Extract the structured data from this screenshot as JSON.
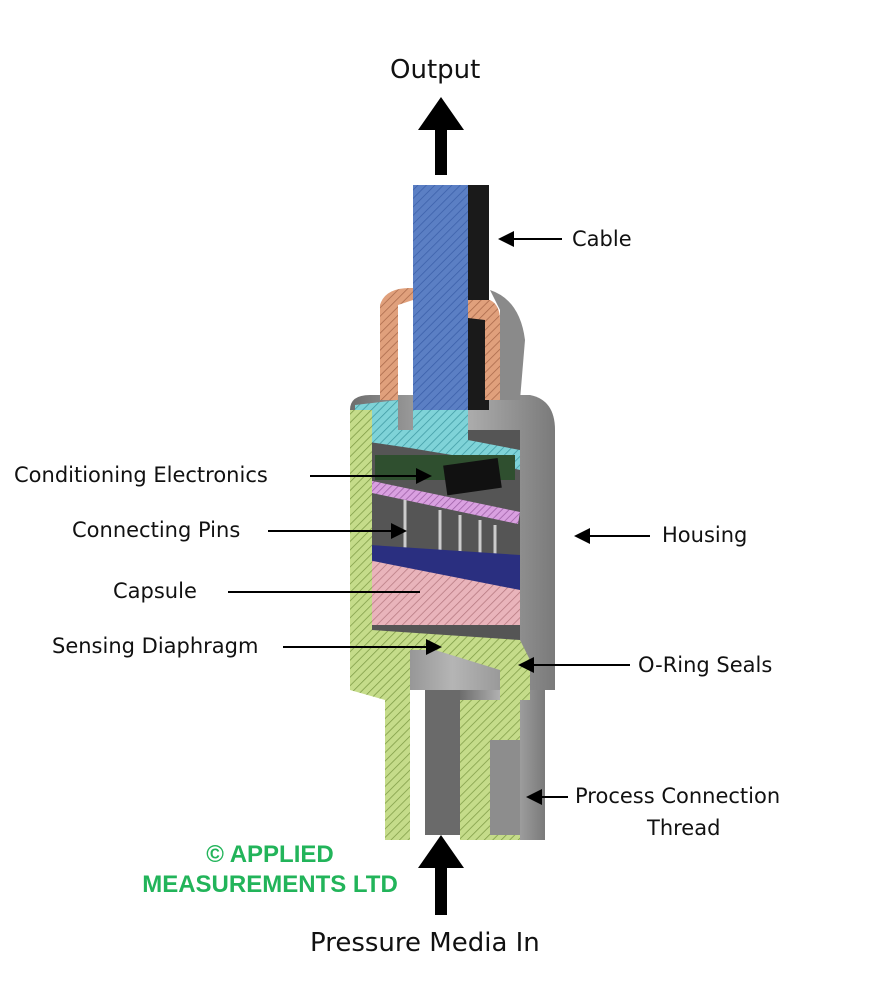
{
  "labels": {
    "output": "Output",
    "cable": "Cable",
    "conditioning_electronics": "Conditioning Electronics",
    "connecting_pins": "Connecting Pins",
    "housing": "Housing",
    "capsule": "Capsule",
    "sensing_diaphragm": "Sensing Diaphragm",
    "o_ring_seals": "O-Ring Seals",
    "process_connection_line1": "Process Connection",
    "process_connection_line2": "Thread",
    "pressure_media_in": "Pressure Media In"
  },
  "watermark": {
    "line1": "© APPLIED",
    "line2": "MEASUREMENTS LTD",
    "color": "#22b45a"
  },
  "colors": {
    "cable": "#5b7fc4",
    "gland": "#e0a07c",
    "cap": "#7fd3d8",
    "housing_section": "#c5dc8a",
    "capsule": "#e9b4bb",
    "pcb": "#d9a0e0",
    "housing_body": "#9a9a9a"
  }
}
